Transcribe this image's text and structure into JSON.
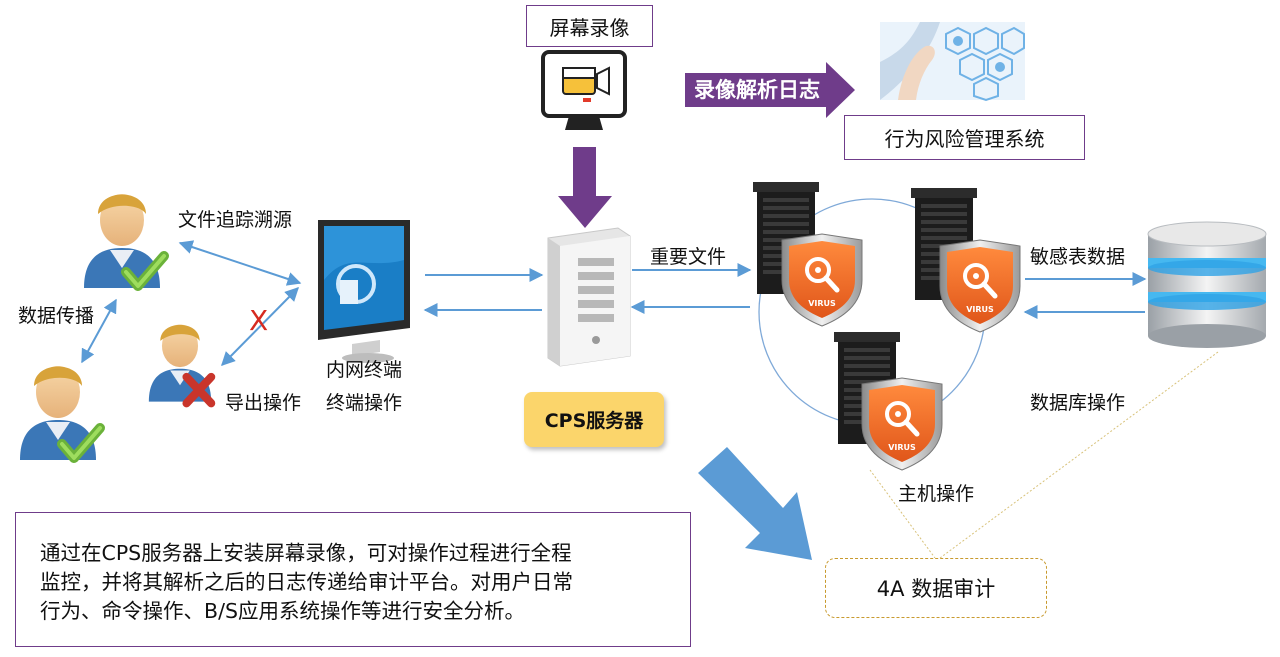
{
  "labels": {
    "screen_recording": "屏幕录像",
    "video_parse_log": "录像解析日志",
    "behavior_risk_system": "行为风险管理系统",
    "file_trace": "文件追踪溯源",
    "data_spread": "数据传播",
    "export_op": "导出操作",
    "intranet_terminal": "内网终端",
    "terminal_op": "终端操作",
    "important_file": "重要文件",
    "sensitive_table_data": "敏感表数据",
    "db_op": "数据库操作",
    "host_op": "主机操作",
    "cps_server": "CPS服务器",
    "audit_4a": "4A 数据审计",
    "x_mark": "X",
    "virus": "VIRUS"
  },
  "note_lines": [
    "通过在CPS服务器上安装屏幕录像，可对操作过程进行全程",
    "监控，并将其解析之后的日志传递给审计平台。对用户日常",
    "行为、命令操作、B/S应用系统操作等进行安全分析。"
  ],
  "colors": {
    "purple": "#6f3c8a",
    "arrow_blue": "#5b9bd5",
    "cps_yellow": "#fbd56b",
    "shield_orange": "#f26b21"
  },
  "icons": [
    "user-ok-icon",
    "user-denied-icon",
    "monitor-icon",
    "video-recorder-icon",
    "tower-server-icon",
    "rack-server-icon",
    "database-icon",
    "virus-shield-icon",
    "medical-hand-icon"
  ]
}
